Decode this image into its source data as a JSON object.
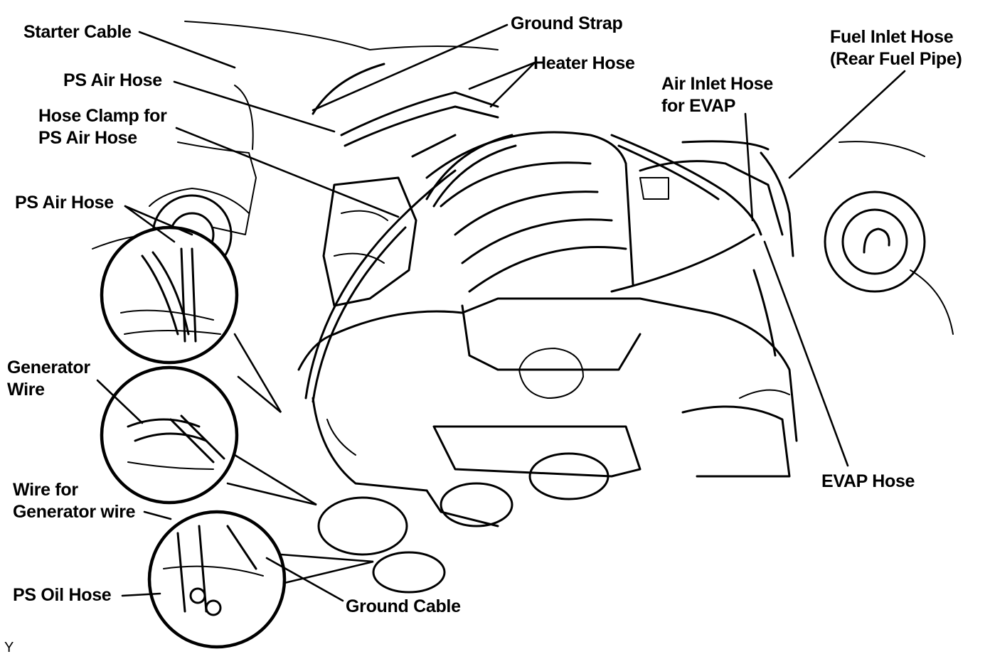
{
  "labels": {
    "starter_cable": "Starter Cable",
    "ground_strap": "Ground Strap",
    "heater_hose": "Heater Hose",
    "ps_air_hose_top": "PS Air Hose",
    "hose_clamp_line1": "Hose Clamp for",
    "hose_clamp_line2": "PS Air Hose",
    "ps_air_hose_left": "PS Air Hose",
    "air_inlet_line1": "Air Inlet Hose",
    "air_inlet_line2": "for EVAP",
    "fuel_inlet_line1": "Fuel Inlet Hose",
    "fuel_inlet_line2": "(Rear Fuel Pipe)",
    "generator_line1": "Generator",
    "generator_line2": "Wire",
    "wire_for_line1": "Wire for",
    "wire_for_line2": "Generator wire",
    "ps_oil_hose": "PS Oil Hose",
    "ground_cable": "Ground Cable",
    "evap_hose": "EVAP Hose",
    "corner_code": "Y"
  }
}
